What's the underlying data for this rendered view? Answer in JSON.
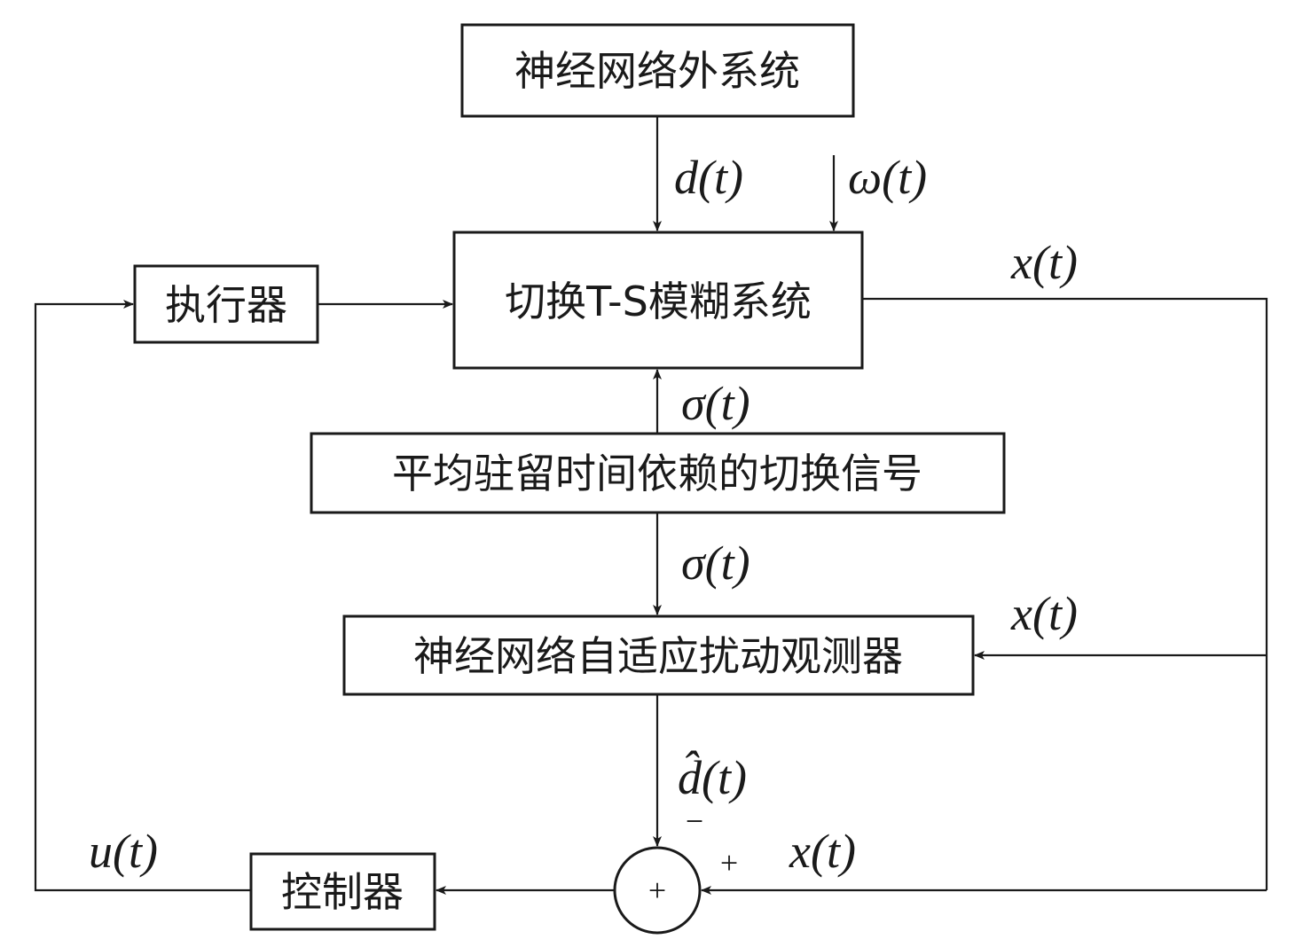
{
  "blocks": {
    "exosystem": "神经网络外系统",
    "ts_system": "切换T-S模糊系统",
    "actuator": "执行器",
    "switching_signal": "平均驻留时间依赖的切换信号",
    "observer": "神经网络自适应扰动观测器",
    "controller": "控制器"
  },
  "signals": {
    "d": "d(t)",
    "omega": "ω(t)",
    "x_top": "x(t)",
    "sigma_up": "σ(t)",
    "sigma_down": "σ(t)",
    "x_observer": "x(t)",
    "d_hat": "d̂(t)",
    "x_sum": "x(t)",
    "u": "u(t)"
  },
  "summing_junction": {
    "symbol": "+",
    "minus_sign": "−",
    "plus_sign": "+"
  }
}
